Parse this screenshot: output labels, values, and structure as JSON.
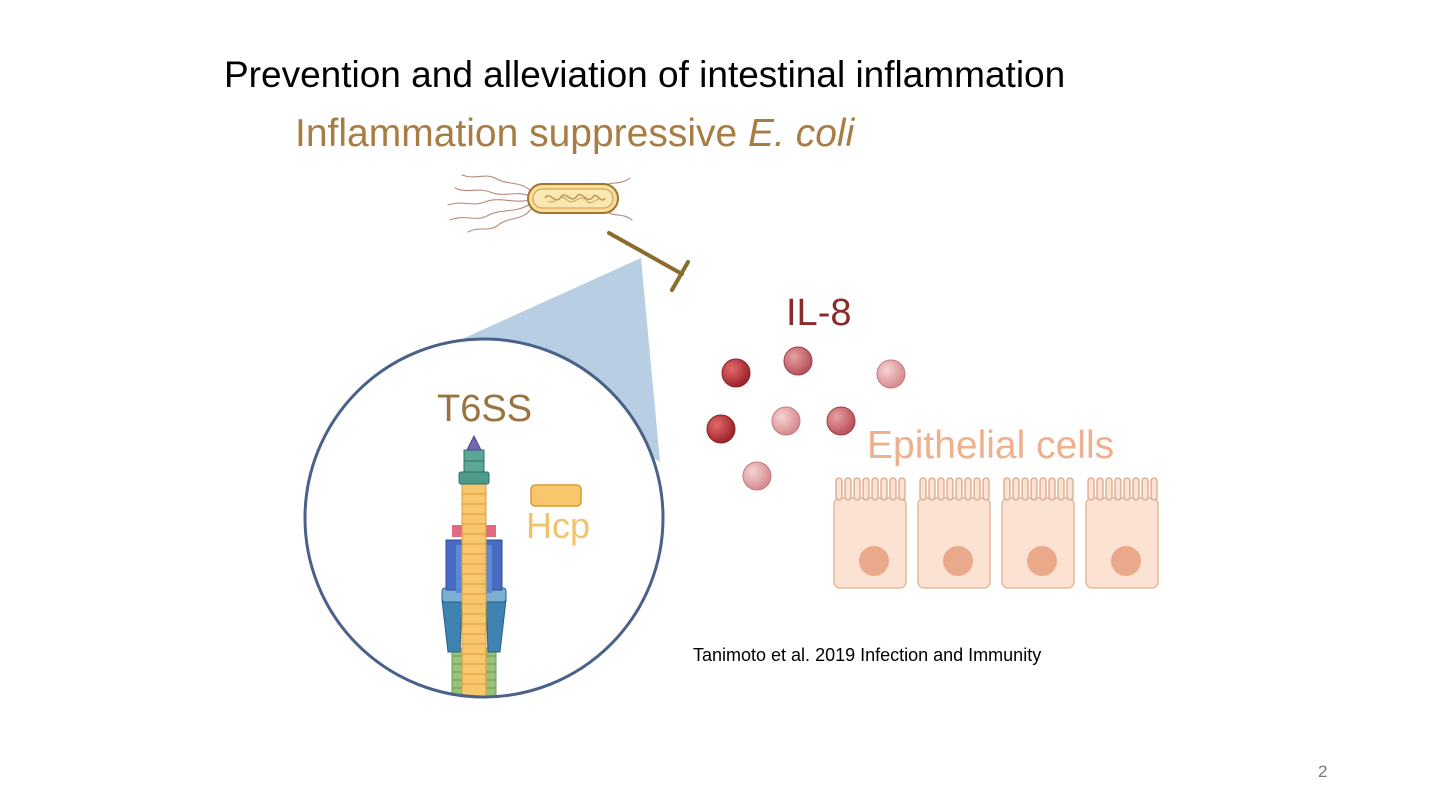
{
  "slide": {
    "title": "Prevention and alleviation of intestinal inflammation",
    "subtitle_prefix": "Inflammation suppressive ",
    "subtitle_italic": "E. coli",
    "page_number": "2"
  },
  "labels": {
    "t6ss": "T6SS",
    "hcp": "Hcp",
    "il8": "IL-8",
    "epithelial": "Epithelial cells"
  },
  "citation": "Tanimoto et al. 2019 Infection and Immunity",
  "colors": {
    "subtitle": "#a87d43",
    "t6ss_label": "#9a7340",
    "hcp_label": "#f2c46a",
    "il8_label": "#8b2b2b",
    "epithelial_label": "#efb08e",
    "inhibition_arrow": "#8a6d2c",
    "zoom_circle": "#4a6189",
    "zoom_cone": "#b4cbe0",
    "il8_dark": "#b02e36",
    "il8_mid": "#c8606a",
    "il8_light": "#df9f9f",
    "cell_fill": "#fbe2d3",
    "cell_nucleus": "#e9a98a"
  },
  "icons": {
    "bacterium": "e-coli-bacterium-icon",
    "inhibition": "inhibition-arrow-icon"
  },
  "il8_molecules": [
    {
      "shade": "dark"
    },
    {
      "shade": "mid"
    },
    {
      "shade": "light"
    },
    {
      "shade": "dark"
    },
    {
      "shade": "light"
    },
    {
      "shade": "mid"
    },
    {
      "shade": "light"
    }
  ],
  "epithelial_cell_count": 4
}
